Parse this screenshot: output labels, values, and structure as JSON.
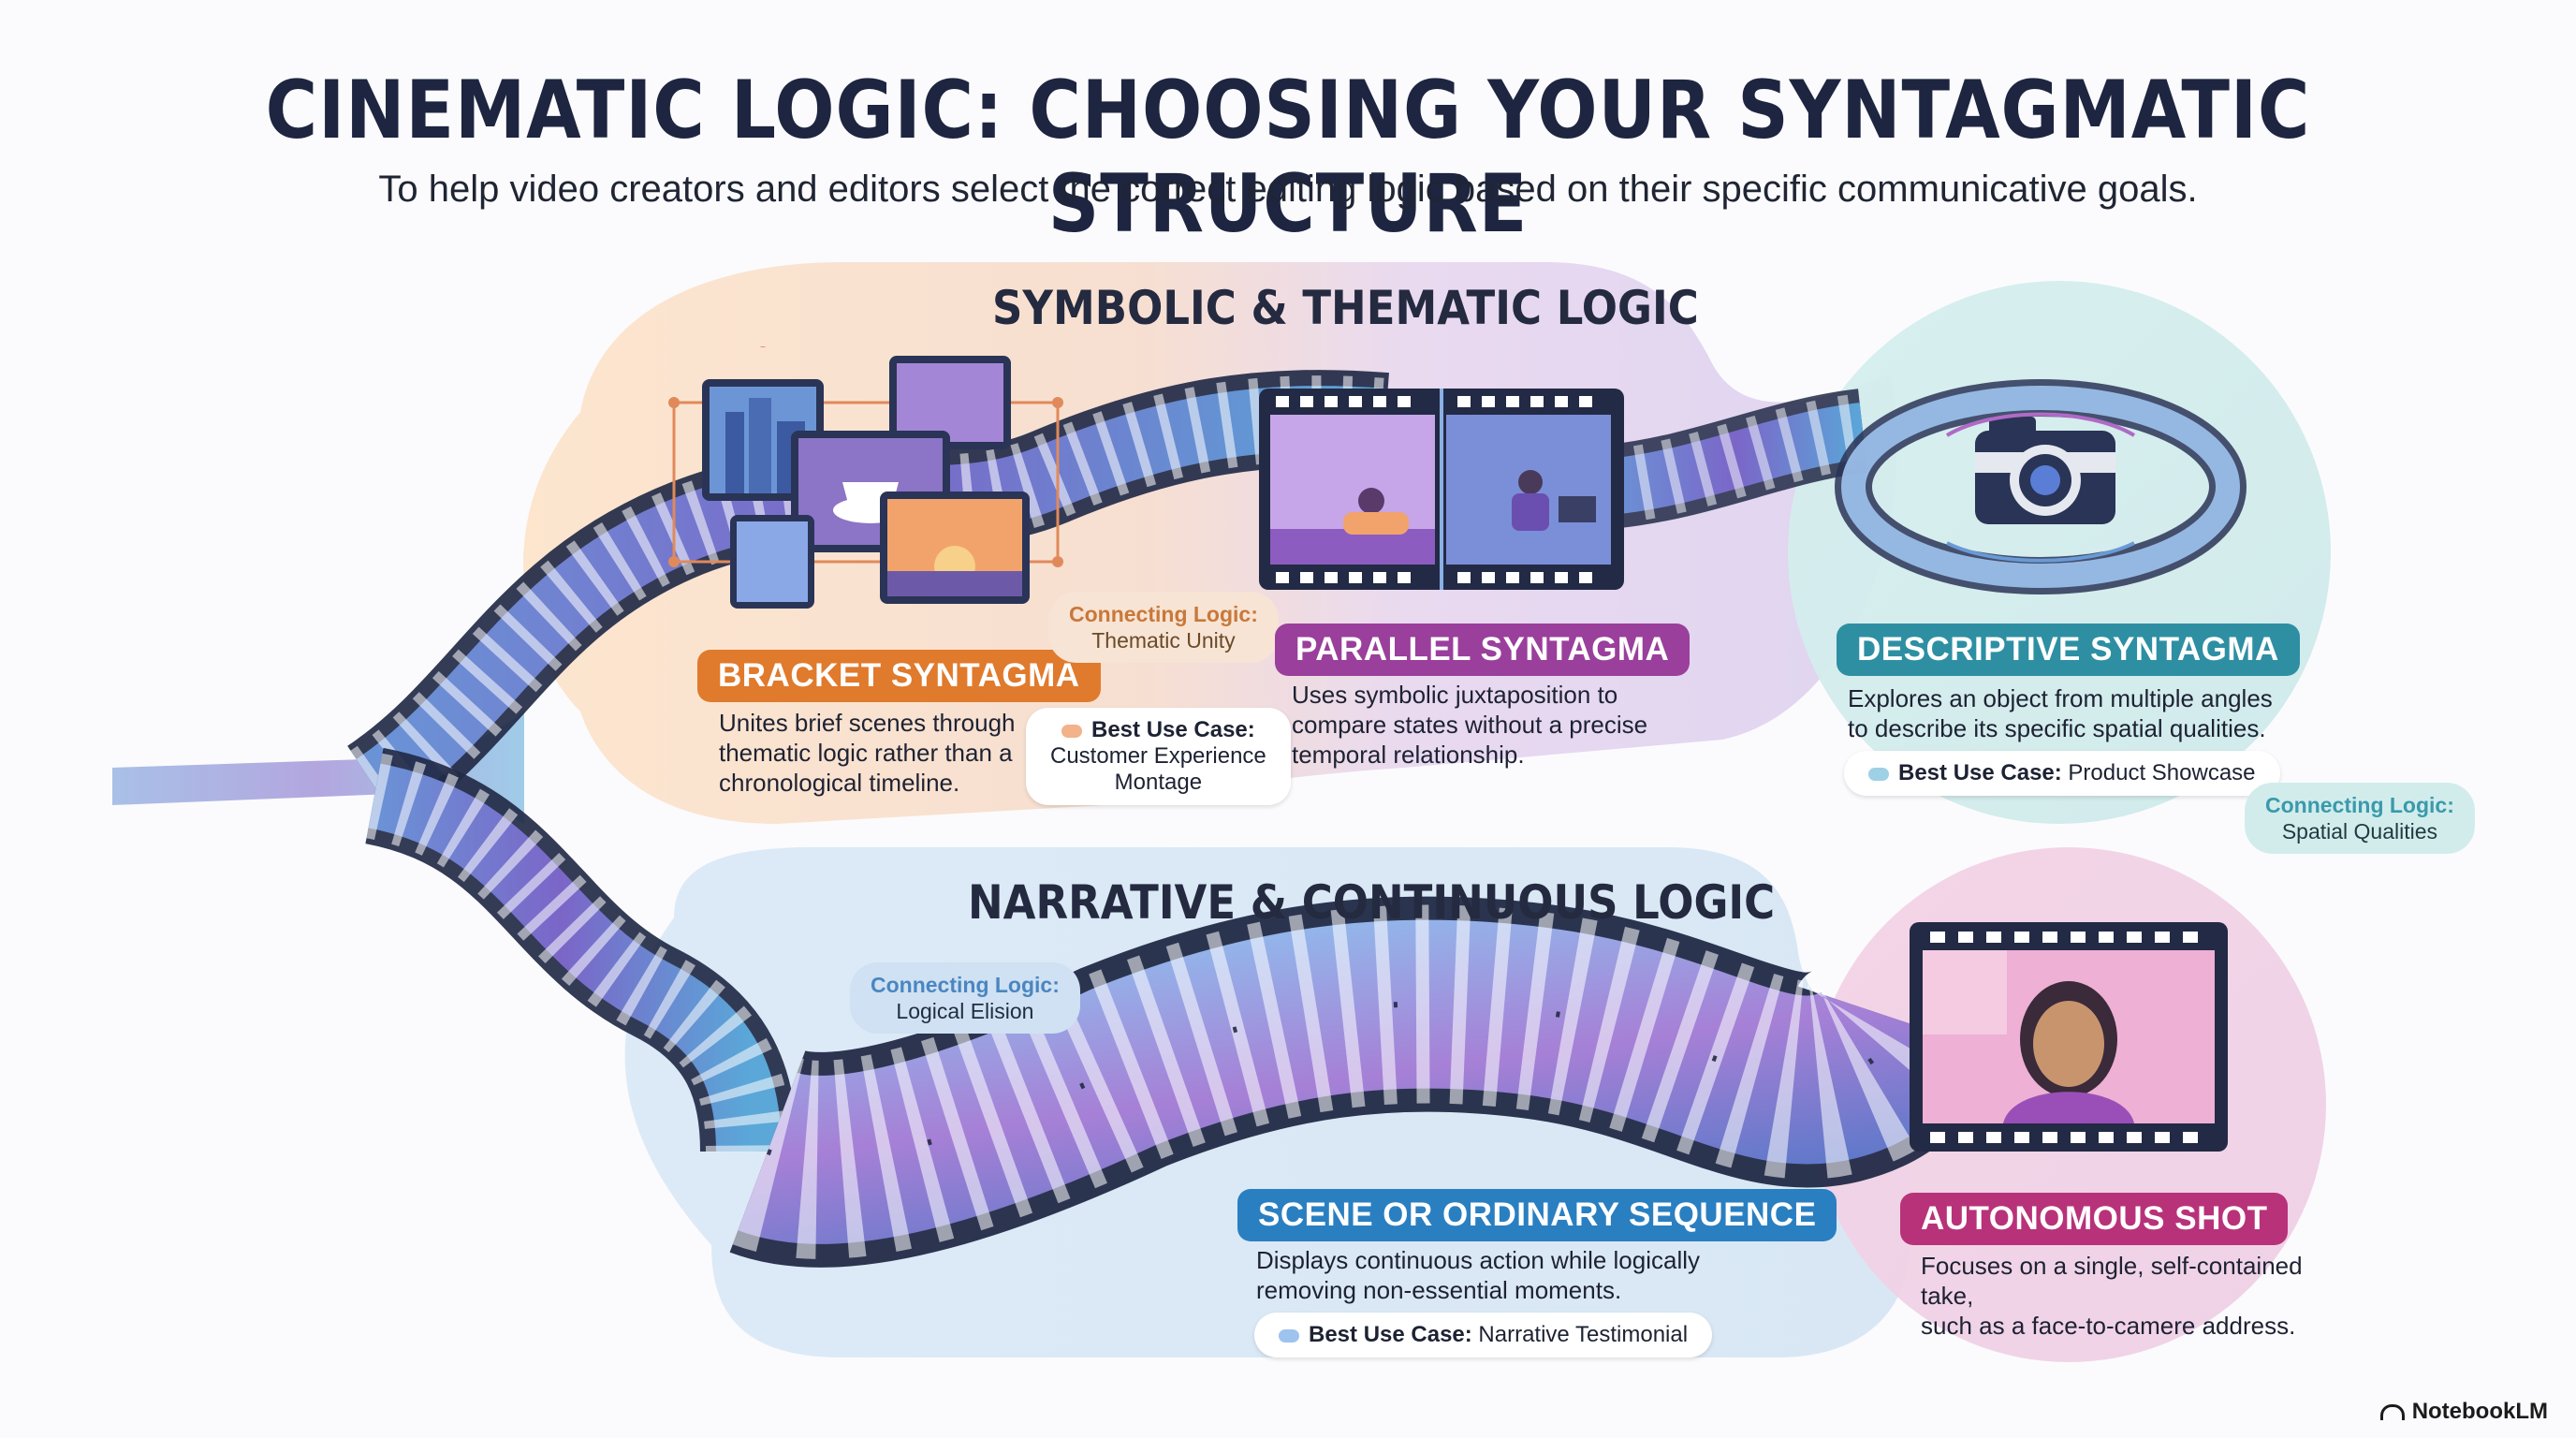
{
  "header": {
    "title": "CINEMATIC LOGIC: CHOOSING YOUR SYNTAGMATIC STRUCTURE",
    "subtitle": "To help video creators and editors select the correct editing logic based on their specific communicative goals."
  },
  "sections": {
    "symbolic": {
      "title": "SYMBOLIC & THEMATIC LOGIC"
    },
    "narrative": {
      "title": "NARRATIVE & CONTINUOUS LOGIC"
    }
  },
  "syntagmas": {
    "bracket": {
      "label": "BRACKET SYNTAGMA",
      "color": "#e07a2c",
      "desc": [
        "Unites brief scenes through",
        "thematic logic rather than a",
        "chronological timeline."
      ],
      "best_use_key": "Best Use Case:",
      "best_use_value": [
        "Customer Experience",
        "Montage"
      ],
      "connecting_key": "Connecting Logic:",
      "connecting_value": "Thematic Unity"
    },
    "parallel": {
      "label": "PARALLEL SYNTAGMA",
      "color": "#9a3f9c",
      "desc": [
        "Uses symbolic juxtaposition to",
        "compare states without a precise",
        "temporal relationship."
      ]
    },
    "descriptive": {
      "label": "DESCRIPTIVE SYNTAGMA",
      "color": "#2e8fa3",
      "desc": [
        "Explores an object from multiple angles",
        "to describe its specific spatial qualities."
      ],
      "best_use_key": "Best Use Case:",
      "best_use_value": "Product Showcase",
      "connecting_key": "Connecting Logic:",
      "connecting_value": "Spatial Qualities"
    },
    "scene": {
      "label": "SCENE OR ORDINARY SEQUENCE",
      "color": "#2a7fc1",
      "desc": [
        "Displays continuous action while logically",
        "removing non-essential moments."
      ],
      "best_use_key": "Best Use Case:",
      "best_use_value": "Narrative Testimonial",
      "connecting_key": "Connecting Logic:",
      "connecting_value": "Logical Elision"
    },
    "autonomous": {
      "label": "AUTONOMOUS SHOT",
      "color": "#b8327a",
      "desc": [
        "Focuses on a single, self-contained take,",
        "such as a face-to-camere address."
      ]
    }
  },
  "brand": {
    "name": "NotebookLM"
  }
}
